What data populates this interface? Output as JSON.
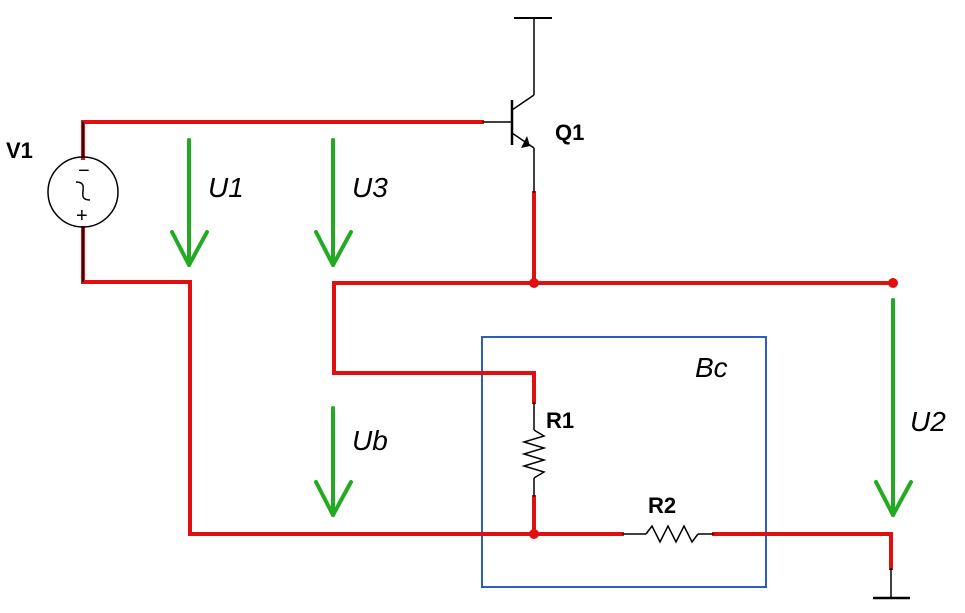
{
  "colors": {
    "wire": "#e01010",
    "component": "#000000",
    "arrow": "#22aa22",
    "box": "#2a5fbf",
    "node": "#e01010"
  },
  "labels": {
    "v1": "V1",
    "q1": "Q1",
    "r1": "R1",
    "r2": "R2",
    "u1": "U1",
    "u2": "U2",
    "u3": "U3",
    "ub": "Ub",
    "bc": "Bc"
  },
  "source": {
    "minus": "−",
    "plus": "+",
    "icon": "ac-source-icon"
  }
}
